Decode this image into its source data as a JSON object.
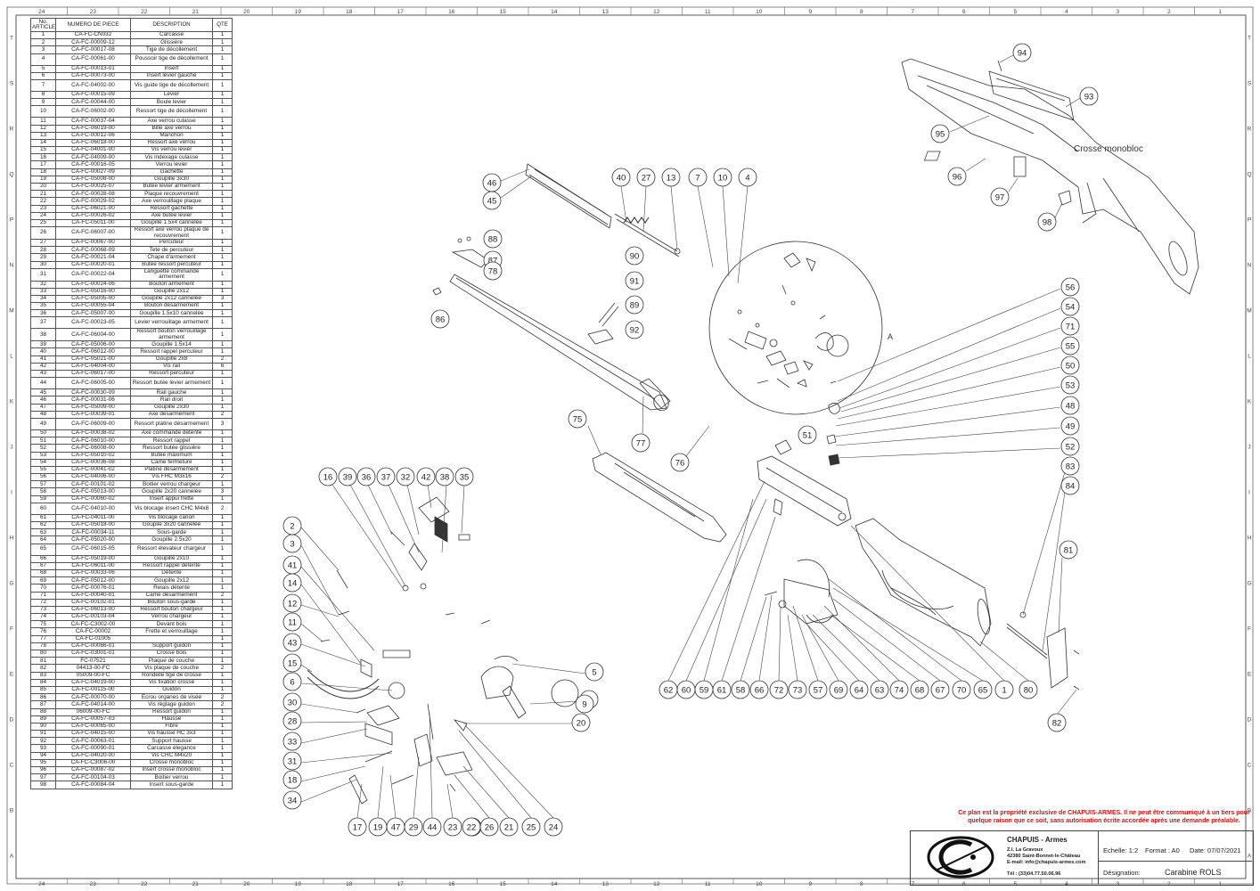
{
  "border": {
    "top_numbers": [
      "24",
      "23",
      "22",
      "21",
      "20",
      "19",
      "18",
      "17",
      "16",
      "15",
      "14",
      "13",
      "12",
      "11",
      "10",
      "9",
      "8",
      "7",
      "6",
      "5",
      "4",
      "3",
      "2",
      "1"
    ],
    "bottom_numbers": [
      "24",
      "23",
      "22",
      "21",
      "20",
      "19",
      "18",
      "17",
      "16",
      "15",
      "14",
      "13",
      "12",
      "11",
      "10",
      "9",
      "8",
      "7",
      "6",
      "5",
      "4",
      "3",
      "2",
      "1"
    ],
    "side_letters": [
      "T",
      "S",
      "R",
      "Q",
      "P",
      "N",
      "M",
      "L",
      "K",
      "J",
      "I",
      "H",
      "G",
      "F",
      "E",
      "D",
      "C",
      "B",
      "A"
    ]
  },
  "bom": {
    "headers": [
      "No. ARTICLE",
      "NUMERO DE PIECE",
      "DESCRIPTION",
      "QTE"
    ],
    "rows": [
      [
        "1",
        "CA-FC-CN032",
        "Carcasse",
        "1"
      ],
      [
        "2",
        "CA-FC-00009-12",
        "Glissière",
        "1"
      ],
      [
        "3",
        "CA-FC-00017-08",
        "Tige de décollement",
        "1"
      ],
      [
        "4",
        "CA-FC-00061-00",
        "Poussoir tige de décollement",
        "1"
      ],
      [
        "5",
        "CA-FC-00013-01",
        "Insert",
        "1"
      ],
      [
        "6",
        "CA-FC-00073-00",
        "Insert levier gauche",
        "1"
      ],
      [
        "7",
        "CA-FC-04002-00",
        "Vis guide tige de décollement",
        "1"
      ],
      [
        "8",
        "CA-FC-00015-09",
        "Levier",
        "1"
      ],
      [
        "9",
        "CA-FC-00044-00",
        "Boule levier",
        "1"
      ],
      [
        "10",
        "CA-FC-06002-00",
        "Ressort tige de décollement",
        "1"
      ],
      [
        "11",
        "CA-FC-00037-04",
        "Axe verrou culasse",
        "1"
      ],
      [
        "12",
        "CA-FC-06019-00",
        "Bille axe verrou",
        "1"
      ],
      [
        "13",
        "CA-FC-00012-06",
        "Manchon",
        "1"
      ],
      [
        "14",
        "CA-FC-06018-00",
        "Ressort axe verrou",
        "1"
      ],
      [
        "15",
        "CA-FC-04001-00",
        "Vis verrou levier",
        "1"
      ],
      [
        "16",
        "CA-FC-04009-00",
        "Vis indexage culasse",
        "1"
      ],
      [
        "17",
        "CA-FC-00016-05",
        "Verrou levier",
        "1"
      ],
      [
        "18",
        "CA-FC-00027-09",
        "Gachette",
        "1"
      ],
      [
        "19",
        "CA-FC-05008-00",
        "Goupille 3x30",
        "1"
      ],
      [
        "20",
        "CA-FC-00025-07",
        "Butée levier armement",
        "1"
      ],
      [
        "21",
        "CA-FC-00028-08",
        "Plaque recouvrement",
        "1"
      ],
      [
        "22",
        "CA-FC-00029-02",
        "Axe verrouillage plaque",
        "1"
      ],
      [
        "23",
        "CA-FC-06021-00",
        "Ressort gachette",
        "1"
      ],
      [
        "24",
        "CA-FC-00026-02",
        "Axe butée levier",
        "1"
      ],
      [
        "25",
        "CA-FC-05011-00",
        "Goupille 1.5x4 cannelée",
        "1"
      ],
      [
        "26",
        "CA-FC-06007-00",
        "Ressort axe verrou plaque de recouvrement",
        "1"
      ],
      [
        "27",
        "CA-FC-00067-00",
        "Percuteur",
        "1"
      ],
      [
        "28",
        "CA-FC-00068-09",
        "Tete de percuteur",
        "1"
      ],
      [
        "29",
        "CA-FC-00021-04",
        "Chape d'armement",
        "1"
      ],
      [
        "30",
        "CA-FC-00020-01",
        "Butée ressort percuteur",
        "1"
      ],
      [
        "31",
        "CA-FC-00022-04",
        "Languette commande armement",
        "1"
      ],
      [
        "32",
        "CA-FC-00024-06",
        "Bouton armement",
        "1"
      ],
      [
        "33",
        "CA-FC-05016-00",
        "Goupille 2x12",
        "1"
      ],
      [
        "34",
        "CA-FC-05005-00",
        "Goupille 2x12 cannelée",
        "3"
      ],
      [
        "35",
        "CA-FC-00055-04",
        "Bouton désarmement",
        "1"
      ],
      [
        "36",
        "CA-FC-05007-00",
        "Goupille 1.5x10 cannelée",
        "1"
      ],
      [
        "37",
        "CA-FC-00023-05",
        "Levier verrouillage armement",
        "1"
      ],
      [
        "38",
        "CA-FC-06004-00",
        "Ressort bouton verrouillage armement",
        "1"
      ],
      [
        "39",
        "CA-FC-05006-00",
        "Goupille 1.5x14",
        "1"
      ],
      [
        "40",
        "CA-FC-06012-00",
        "Ressort rappel percuteur",
        "1"
      ],
      [
        "41",
        "CA-FC-05021-00",
        "Goupille 2x8",
        "2"
      ],
      [
        "42",
        "CA-FC-04004-00",
        "Vis rail",
        "6"
      ],
      [
        "43",
        "CA-FC-06017-00",
        "Ressort percuteur",
        "1"
      ],
      [
        "44",
        "CA-FC-06005-00",
        "Ressort butée levier armement",
        "1"
      ],
      [
        "45",
        "CA-FC-00030-09",
        "Rail gauche",
        "1"
      ],
      [
        "46",
        "CA-FC-00031-06",
        "Rail droit",
        "1"
      ],
      [
        "47",
        "CA-FC-05009-00",
        "Goupille 2x30",
        "1"
      ],
      [
        "48",
        "CA-FC-00039-01",
        "Axe désarmement",
        "2"
      ],
      [
        "49",
        "CA-FC-06009-00",
        "Ressort platine désarmement",
        "3"
      ],
      [
        "50",
        "CA-FC-00038-02",
        "Axe commande détente",
        "1"
      ],
      [
        "51",
        "CA-FC-06010-00",
        "Ressort rappel",
        "1"
      ],
      [
        "52",
        "CA-FC-06008-00",
        "Ressort butée glissière",
        "1"
      ],
      [
        "53",
        "CA-FC-05010-02",
        "Butée maximum",
        "1"
      ],
      [
        "54",
        "CA-FC-00036-08",
        "Came fermeture",
        "1"
      ],
      [
        "55",
        "CA-FC-00041-02",
        "Platine désarmement",
        "1"
      ],
      [
        "56",
        "CA-FC-04006-00",
        "Vis FHC M3x16",
        "2"
      ],
      [
        "57",
        "CA-FC-00101-02",
        "Boitier verrou chargeur",
        "1"
      ],
      [
        "58",
        "CA-FC-05013-00",
        "Goupille 2x20 cannelée",
        "3"
      ],
      [
        "59",
        "CA-FC-00060-02",
        "Insert appui frette",
        "1"
      ],
      [
        "60",
        "CA-FC-04010-00",
        "Vis blocage insert CHC M4x8",
        "2"
      ],
      [
        "61",
        "CA-FC-04011-00",
        "Vis blocage canon",
        "1"
      ],
      [
        "62",
        "CA-FC-05018-00",
        "Goupile 3x20 cannelée",
        "1"
      ],
      [
        "63",
        "CA-FC-00034-11",
        "Sous-garde",
        "1"
      ],
      [
        "64",
        "CA-FC-05020-00",
        "Goupille 2.5x20",
        "1"
      ],
      [
        "65",
        "CA-FC-06015-05",
        "Ressort élevateur chargeur",
        "1"
      ],
      [
        "66",
        "CA-FC-05019-00",
        "Goupille 2x10",
        "1"
      ],
      [
        "67",
        "CA-FC-06011-00",
        "Ressort rappel détente",
        "1"
      ],
      [
        "68",
        "CA-FC-00033-06",
        "Détente",
        "1"
      ],
      [
        "69",
        "CA-FC-05012-00",
        "Goupille 2x12",
        "1"
      ],
      [
        "70",
        "CA-FC-00076-01",
        "Relais détente",
        "1"
      ],
      [
        "71",
        "CA-FC-00040-01",
        "Came désarmement",
        "2"
      ],
      [
        "72",
        "CA-FC-00102-01",
        "Bouton sous-garde",
        "1"
      ],
      [
        "73",
        "CA-FC-06013-00",
        "Ressort bouton chargeur",
        "1"
      ],
      [
        "74",
        "CA-FC-00103-04",
        "Verrou chargeur",
        "1"
      ],
      [
        "75",
        "CA-FC-C3002-00",
        "Devant bois",
        "1"
      ],
      [
        "76",
        "CA-FC-00002",
        "Frette et verrouillage",
        "1"
      ],
      [
        "77",
        "CA-FC-01005",
        "",
        "1"
      ],
      [
        "78",
        "CA-FC-00066-01",
        "Support guidon",
        "1"
      ],
      [
        "80",
        "CA-FC-03001-01",
        "Crosse bois",
        "1"
      ],
      [
        "81",
        "FC-07521",
        "Plaque de couche",
        "1"
      ],
      [
        "82",
        "04413-00-FC",
        "Vis plaque de couche",
        "2"
      ],
      [
        "83",
        "05009-00-FC",
        "Rondelle tige de crosse",
        "1"
      ],
      [
        "84",
        "CA-FC-04019-00",
        "Vis fixation crosse",
        "1"
      ],
      [
        "85",
        "CA-FC-00115-00",
        "Guidon",
        "1"
      ],
      [
        "86",
        "CA-FC-00070-00",
        "Ecrou organes de visée",
        "2"
      ],
      [
        "87",
        "CA-FC-04014-00",
        "Vis réglage guidon",
        "2"
      ],
      [
        "88",
        "06009-00-FC",
        "Ressort guidon",
        "1"
      ],
      [
        "89",
        "CA-FC-00057-03",
        "Hausse",
        "1"
      ],
      [
        "90",
        "CA-FC-00065-00",
        "Fibre",
        "1"
      ],
      [
        "91",
        "CA-FC-04015-00",
        "Vis hausse HC 3x3",
        "1"
      ],
      [
        "92",
        "CA-FC-00063-01",
        "Support hausse",
        "1"
      ],
      [
        "93",
        "CA-FC-00090-01",
        "Carcasse élegance",
        "1"
      ],
      [
        "94",
        "CA-FC-04020-00",
        "Vis CHC M4x20",
        "1"
      ],
      [
        "95",
        "CA-FC-C3006-00",
        "Crosse monobloc",
        "1"
      ],
      [
        "96",
        "CA-FC-00087-02",
        "Insert crosse monobloc",
        "1"
      ],
      [
        "97",
        "CA-FC-00104-03",
        "Boitier verrou",
        "1"
      ],
      [
        "98",
        "CA-FC-00084-04",
        "Insert sous-garde",
        "1"
      ]
    ]
  },
  "diagram": {
    "callouts": [
      [
        "94",
        1147,
        59
      ],
      [
        "93",
        1222,
        108
      ],
      [
        "95",
        1055,
        150
      ],
      [
        "96",
        1074,
        198
      ],
      [
        "97",
        1122,
        221
      ],
      [
        "98",
        1175,
        249
      ],
      [
        "46",
        552,
        205
      ],
      [
        "45",
        552,
        225
      ],
      [
        "40",
        697,
        199
      ],
      [
        "27",
        725,
        199
      ],
      [
        "13",
        753,
        199
      ],
      [
        "7",
        783,
        199
      ],
      [
        "10",
        811,
        199
      ],
      [
        "4",
        839,
        199
      ],
      [
        "88",
        553,
        268
      ],
      [
        "87",
        553,
        292
      ],
      [
        "78",
        553,
        304
      ],
      [
        "86",
        494,
        358
      ],
      [
        "90",
        712,
        287
      ],
      [
        "91",
        712,
        315
      ],
      [
        "89",
        712,
        342
      ],
      [
        "92",
        712,
        370
      ],
      [
        "56",
        1201,
        322
      ],
      [
        "54",
        1201,
        344
      ],
      [
        "71",
        1201,
        366
      ],
      [
        "55",
        1201,
        388
      ],
      [
        "50",
        1201,
        410
      ],
      [
        "53",
        1201,
        432
      ],
      [
        "48",
        1201,
        455
      ],
      [
        "49",
        1201,
        478
      ],
      [
        "52",
        1201,
        501
      ],
      [
        "83",
        1201,
        523
      ],
      [
        "84",
        1201,
        545
      ],
      [
        "81",
        1199,
        617
      ],
      [
        "82",
        1186,
        811
      ],
      [
        "51",
        906,
        488
      ],
      [
        "75",
        648,
        470
      ],
      [
        "77",
        719,
        497
      ],
      [
        "76",
        763,
        519
      ],
      [
        "16",
        368,
        535
      ],
      [
        "39",
        390,
        535
      ],
      [
        "36",
        411,
        535
      ],
      [
        "37",
        433,
        535
      ],
      [
        "32",
        455,
        535
      ],
      [
        "42",
        478,
        535
      ],
      [
        "38",
        499,
        535
      ],
      [
        "35",
        521,
        535
      ],
      [
        "2",
        328,
        590
      ],
      [
        "3",
        328,
        610
      ],
      [
        "41",
        328,
        634
      ],
      [
        "14",
        328,
        654
      ],
      [
        "12",
        328,
        677
      ],
      [
        "11",
        328,
        698
      ],
      [
        "43",
        328,
        721
      ],
      [
        "15",
        328,
        744
      ],
      [
        "6",
        328,
        765
      ],
      [
        "30",
        328,
        788
      ],
      [
        "28",
        328,
        809
      ],
      [
        "33",
        328,
        832
      ],
      [
        "31",
        328,
        854
      ],
      [
        "18",
        328,
        875
      ],
      [
        "34",
        328,
        898
      ],
      [
        "5",
        667,
        754
      ],
      [
        "8",
        661,
        785
      ],
      [
        "9",
        656,
        790
      ],
      [
        "20",
        652,
        811
      ],
      [
        "17",
        401,
        928
      ],
      [
        "19",
        424,
        928
      ],
      [
        "47",
        444,
        928
      ],
      [
        "29",
        464,
        928
      ],
      [
        "44",
        485,
        928
      ],
      [
        "23",
        508,
        928
      ],
      [
        "24",
        530,
        928
      ],
      [
        "22",
        529,
        928
      ],
      [
        "26",
        549,
        928
      ],
      [
        "21",
        571,
        928
      ],
      [
        "25",
        596,
        928
      ],
      [
        "24",
        621,
        928
      ],
      [
        "62",
        750,
        774
      ],
      [
        "60",
        770,
        774
      ],
      [
        "59",
        790,
        774
      ],
      [
        "61",
        810,
        774
      ],
      [
        "58",
        831,
        774
      ],
      [
        "66",
        852,
        774
      ],
      [
        "72",
        874,
        774
      ],
      [
        "73",
        895,
        774
      ],
      [
        "57",
        918,
        774
      ],
      [
        "69",
        941,
        774
      ],
      [
        "64",
        964,
        774
      ],
      [
        "63",
        987,
        774
      ],
      [
        "74",
        1009,
        774
      ],
      [
        "68",
        1032,
        774
      ],
      [
        "67",
        1055,
        774
      ],
      [
        "70",
        1079,
        774
      ],
      [
        "65",
        1103,
        774
      ],
      [
        "1",
        1127,
        774
      ],
      [
        "80",
        1154,
        774
      ]
    ],
    "labels": {
      "crosse_monobloc": "Crosse monobloc",
      "detail_a": "A"
    }
  },
  "title_block": {
    "warning": "Ce plan est la propriété exclusive de CHAPUIS-ARMES. Il ne peut être communiqué à un tiers pour quelque raison que ce soit, sans autorisation écrite accordée après une demande préalable.",
    "company": "CHAPUIS - Armes",
    "address": [
      "Z.I. La Gravoux",
      "42380 Saint-Bonnet-le-Château",
      "E-mail: info@chapuis-armes.com"
    ],
    "tel": "Tél : (33)04.77.50.06.96",
    "echelle": "Echelle: 1:2",
    "format": "Format : A0",
    "date": "Date: 07/07/2021",
    "designation_label": "Désignation:",
    "designation_value": "Carabine ROLS"
  },
  "colors": {
    "ink": "#333333",
    "warning": "#d01010",
    "line": "#555555"
  }
}
